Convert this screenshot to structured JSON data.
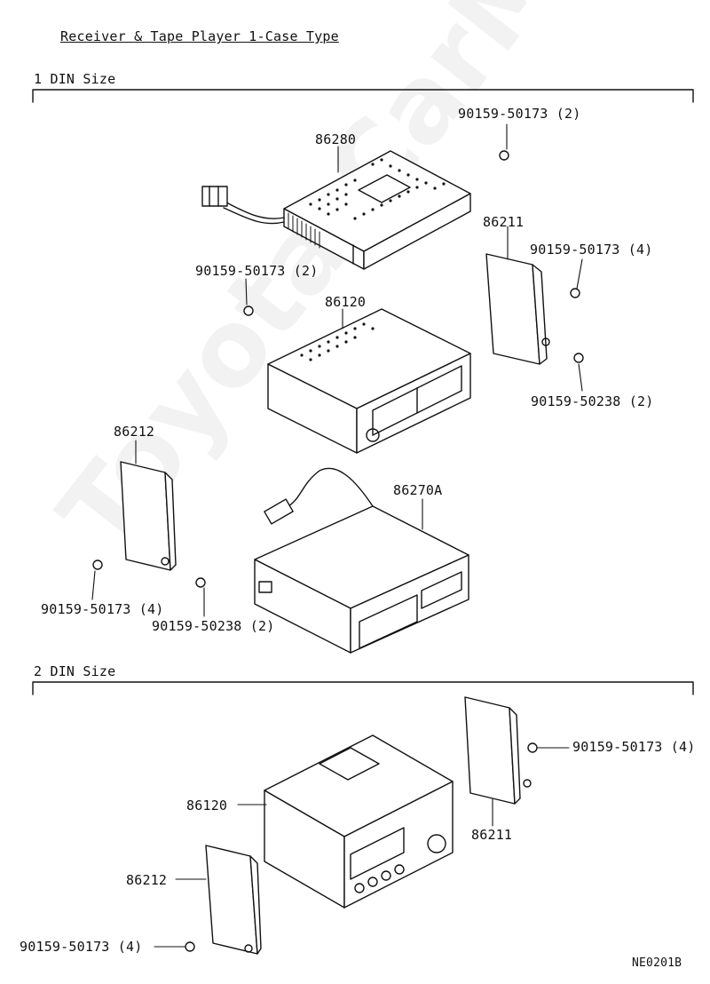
{
  "title": "Receiver & Tape Player 1-Case Type",
  "watermark": "Toyota-CarMine.ru",
  "figure_code": "NE0201B",
  "sections": {
    "din1": "1 DIN Size",
    "din2": "2 DIN Size"
  },
  "parts_din1": {
    "p86280": "86280",
    "p86120": "86120",
    "p86270a": "86270A",
    "p86211": "86211",
    "p86212": "86212",
    "screw_top": "90159-50173 (2)",
    "screw_right": "90159-50173 (4)",
    "screw_left": "90159-50173 (2)",
    "screw_right_b": "90159-50238 (2)",
    "screw_lower_a": "90159-50173 (4)",
    "screw_lower_b": "90159-50238 (2)"
  },
  "parts_din2": {
    "p86120": "86120",
    "p86211": "86211",
    "p86212": "86212",
    "screw_right": "90159-50173 (4)",
    "screw_left": "90159-50173 (4)"
  },
  "colors": {
    "ink": "#111111",
    "watermark": "#d9d9d9"
  }
}
